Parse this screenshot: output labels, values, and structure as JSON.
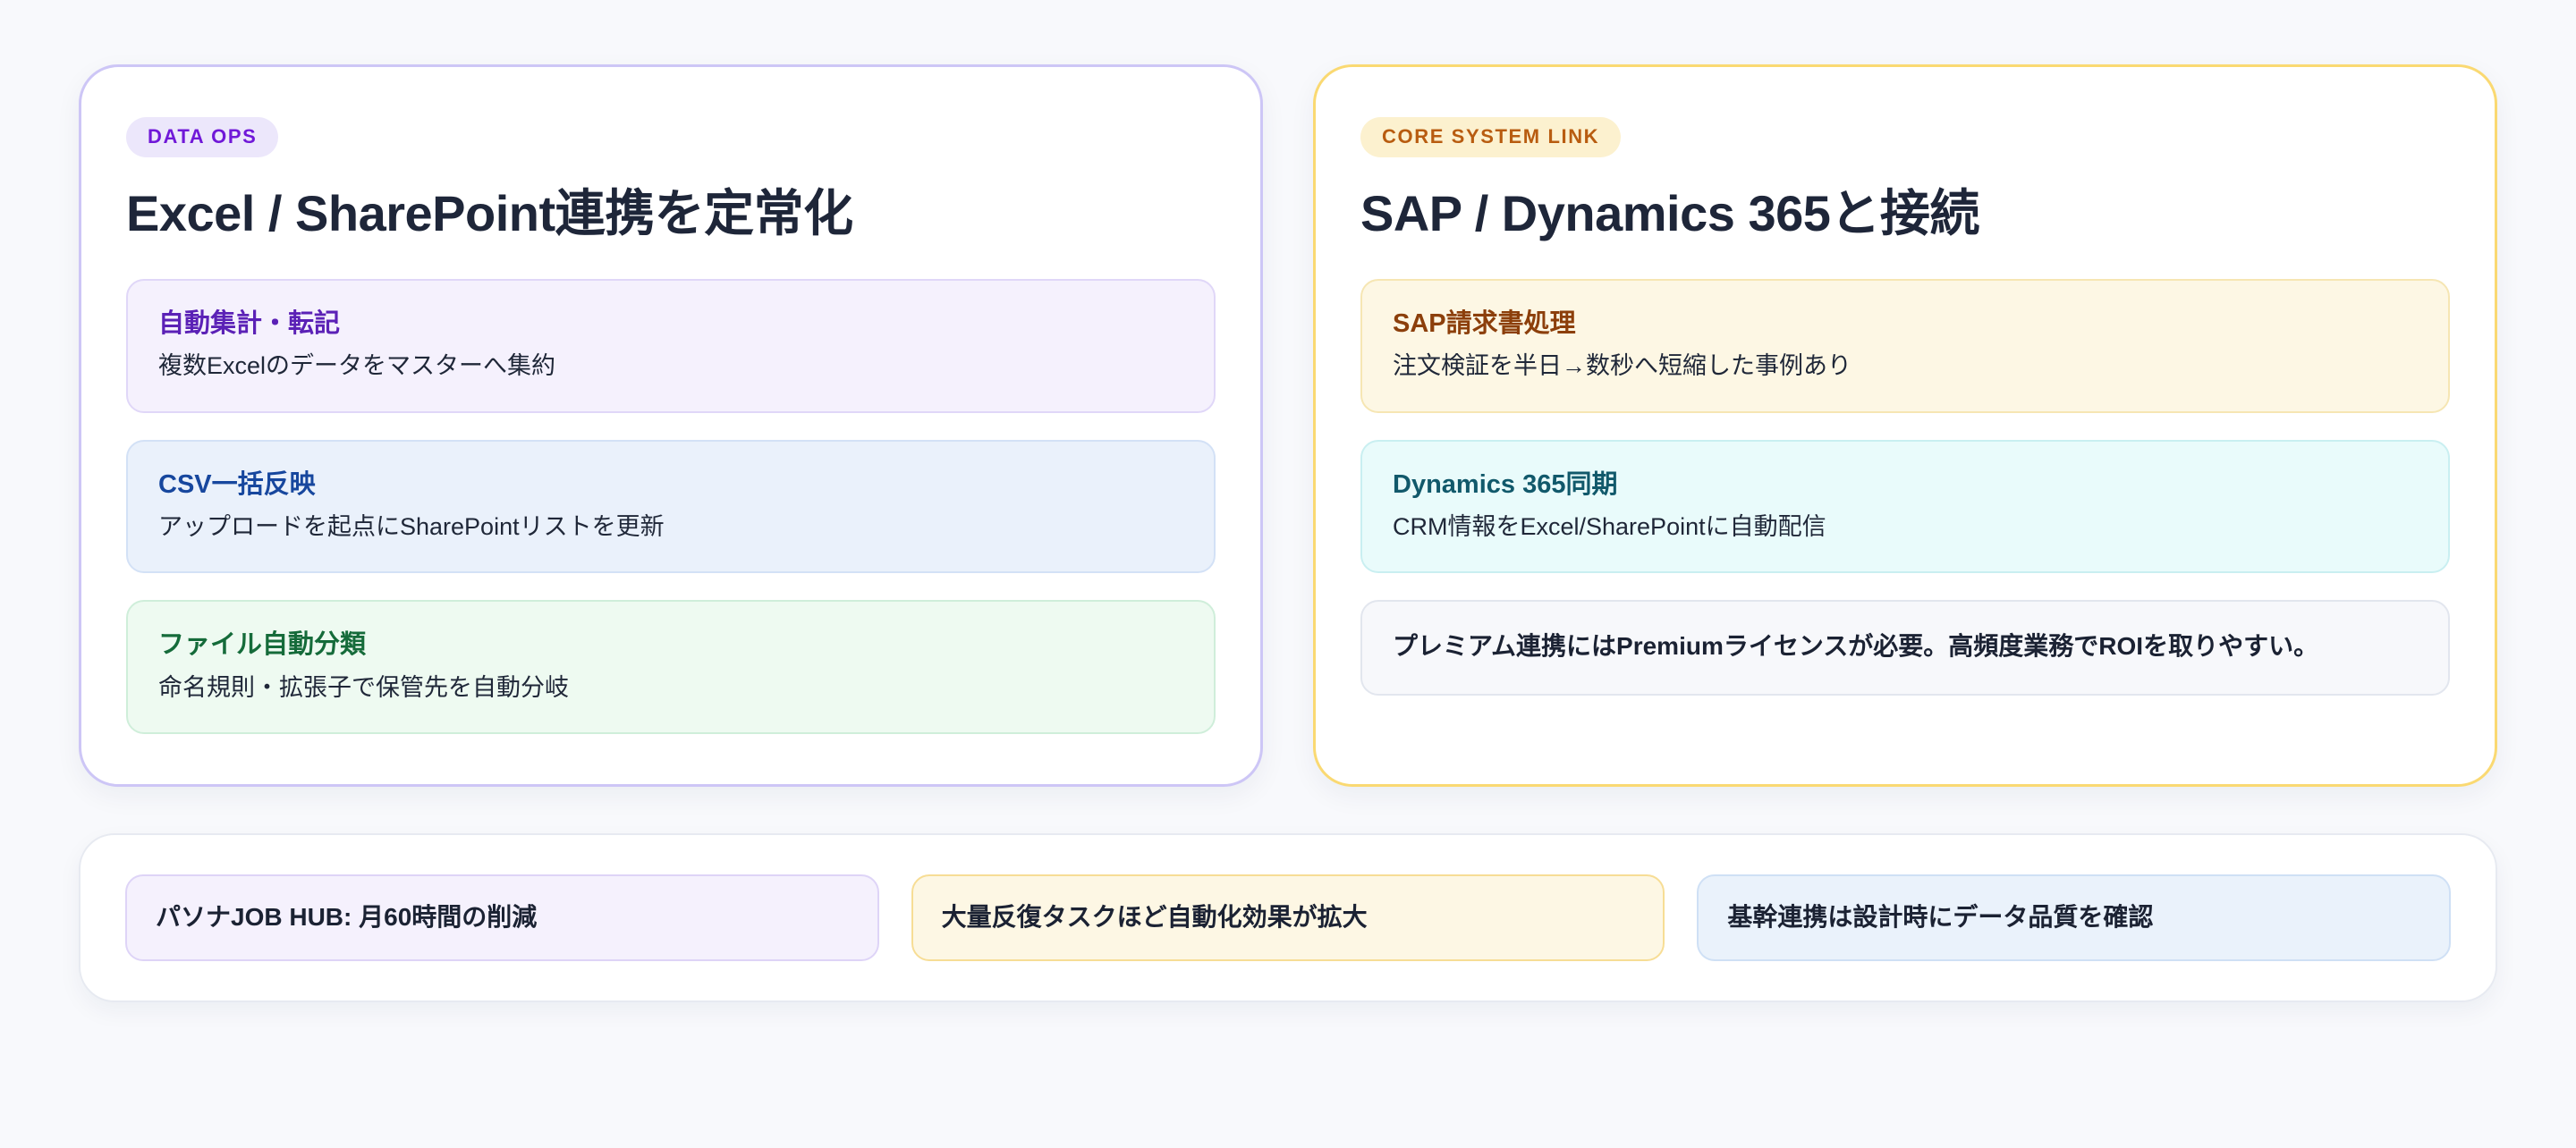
{
  "cards": [
    {
      "badge": "DATA OPS",
      "badge_color": "#7018d8",
      "badge_bg": "#ece7fb",
      "border_color": "#cdc6f6",
      "title": "Excel / SharePoint連携を定常化",
      "items": [
        {
          "title": "自動集計・転記",
          "desc": "複数Excelのデータをマスターへ集約",
          "accent": "#5b21b6",
          "bg": "#f5f1fd"
        },
        {
          "title": "CSV一括反映",
          "desc": "アップロードを起点にSharePointリストを更新",
          "accent": "#17479e",
          "bg": "#eaf1fb"
        },
        {
          "title": "ファイル自動分類",
          "desc": "命名規則・拡張子で保管先を自動分岐",
          "accent": "#156b3a",
          "bg": "#eefaf1"
        }
      ]
    },
    {
      "badge": "CORE SYSTEM LINK",
      "badge_color": "#b85c10",
      "badge_bg": "#fcf1cf",
      "border_color": "#fad972",
      "title": "SAP / Dynamics 365と接続",
      "items": [
        {
          "title": "SAP請求書処理",
          "desc": "注文検証を半日→数秒へ短縮した事例あり",
          "accent": "#8c3f0b",
          "bg": "#fdf7e4"
        },
        {
          "title": "Dynamics 365同期",
          "desc": "CRM情報をExcel/SharePointに自動配信",
          "accent": "#11596b",
          "bg": "#e9fbfb"
        }
      ],
      "note": "プレミアム連携にはPremiumライセンスが必要。高頻度業務でROIを取りやすい。"
    }
  ],
  "bottom": {
    "chips": [
      {
        "label": "パソナJOB HUB: 月60時間の削減",
        "bg": "#f5f1fd",
        "border": "#ded4f7"
      },
      {
        "label": "大量反復タスクほど自動化効果が拡大",
        "bg": "#fdf7e4",
        "border": "#f7dd95"
      },
      {
        "label": "基幹連携は設計時にデータ品質を確認",
        "bg": "#eaf2fb",
        "border": "#cfe0f5"
      }
    ]
  }
}
